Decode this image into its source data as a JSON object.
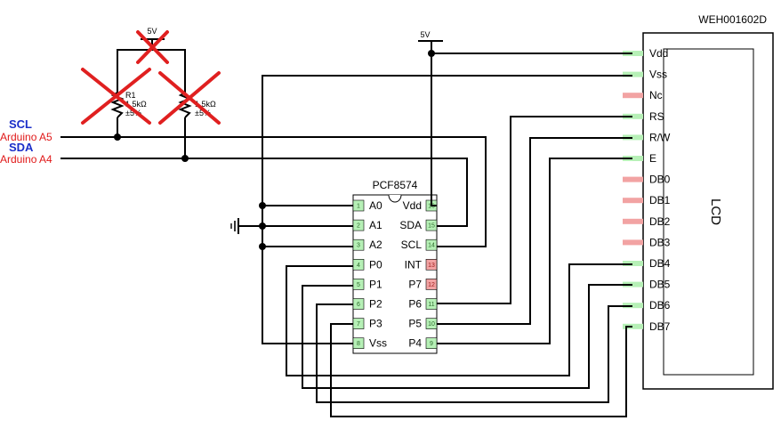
{
  "schematic": {
    "part_number": "WEH001602D",
    "lcd_label": "LCD",
    "ic_name": "PCF8574",
    "power_top": "5V",
    "power_mid": "5V",
    "scl": {
      "name": "SCL",
      "pin": "Arduino A5"
    },
    "sda": {
      "name": "SDA",
      "pin": "Arduino A4"
    },
    "r1": {
      "name": "R1",
      "value": "1.5kΩ",
      "tol": "±5%"
    },
    "r2": {
      "value": "1.5kΩ",
      "tol": "±5%"
    },
    "ic_left_pins": [
      {
        "name": "A0",
        "num": "1"
      },
      {
        "name": "A1",
        "num": "2"
      },
      {
        "name": "A2",
        "num": "3"
      },
      {
        "name": "P0",
        "num": "4"
      },
      {
        "name": "P1",
        "num": "5"
      },
      {
        "name": "P2",
        "num": "6"
      },
      {
        "name": "P3",
        "num": "7"
      },
      {
        "name": "Vss",
        "num": "8"
      }
    ],
    "ic_right_pins": [
      {
        "name": "Vdd",
        "num": "16"
      },
      {
        "name": "SDA",
        "num": "15"
      },
      {
        "name": "SCL",
        "num": "14"
      },
      {
        "name": "INT",
        "num": "13"
      },
      {
        "name": "P7",
        "num": "12"
      },
      {
        "name": "P6",
        "num": "11"
      },
      {
        "name": "P5",
        "num": "10"
      },
      {
        "name": "P4",
        "num": "9"
      }
    ],
    "lcd_pins": [
      "Vdd",
      "Vss",
      "Nc",
      "RS",
      "R/W",
      "E",
      "DB0",
      "DB1",
      "DB2",
      "DB3",
      "DB4",
      "DB5",
      "DB6",
      "DB7"
    ],
    "colors": {
      "pin_connected": "#b6f0b6",
      "pin_unconnected": "#f2a3a3",
      "cross": "#e02020",
      "bus_label": "#1b2ec9",
      "arduino_label": "#e01818"
    }
  }
}
